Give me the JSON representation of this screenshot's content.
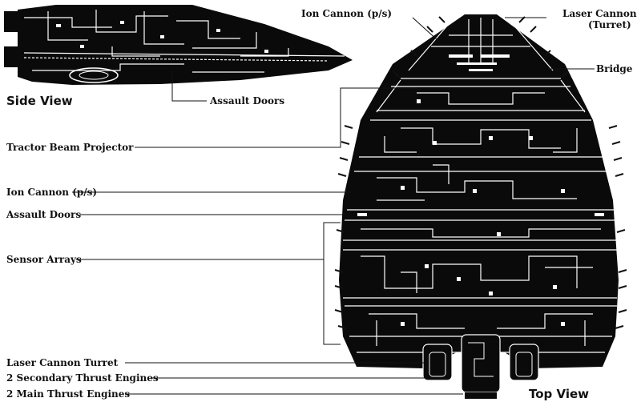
{
  "titles": {
    "side_view": "Side View",
    "top_view": "Top View"
  },
  "callouts": {
    "ion_cannon_top": "Ion Cannon (p/s)",
    "laser_cannon_turret_line1": "Laser Cannon",
    "laser_cannon_turret_line2": "(Turret)",
    "bridge": "Bridge",
    "assault_doors_side": "Assault Doors",
    "tractor_beam_projector": "Tractor Beam Projector",
    "ion_cannon_left": "Ion Cannon (p/s)",
    "assault_doors_left": "Assault Doors",
    "sensor_arrays": "Sensor Arrays",
    "laser_cannon_turret_bottom": "Laser Cannon Turret",
    "secondary_thrust_engines": "2 Secondary Thrust Engines",
    "main_thrust_engines": "2 Main Thrust Engines"
  },
  "colors": {
    "hull": "#0a0a0a",
    "detail": "#ffffff",
    "ink": "#111111"
  }
}
